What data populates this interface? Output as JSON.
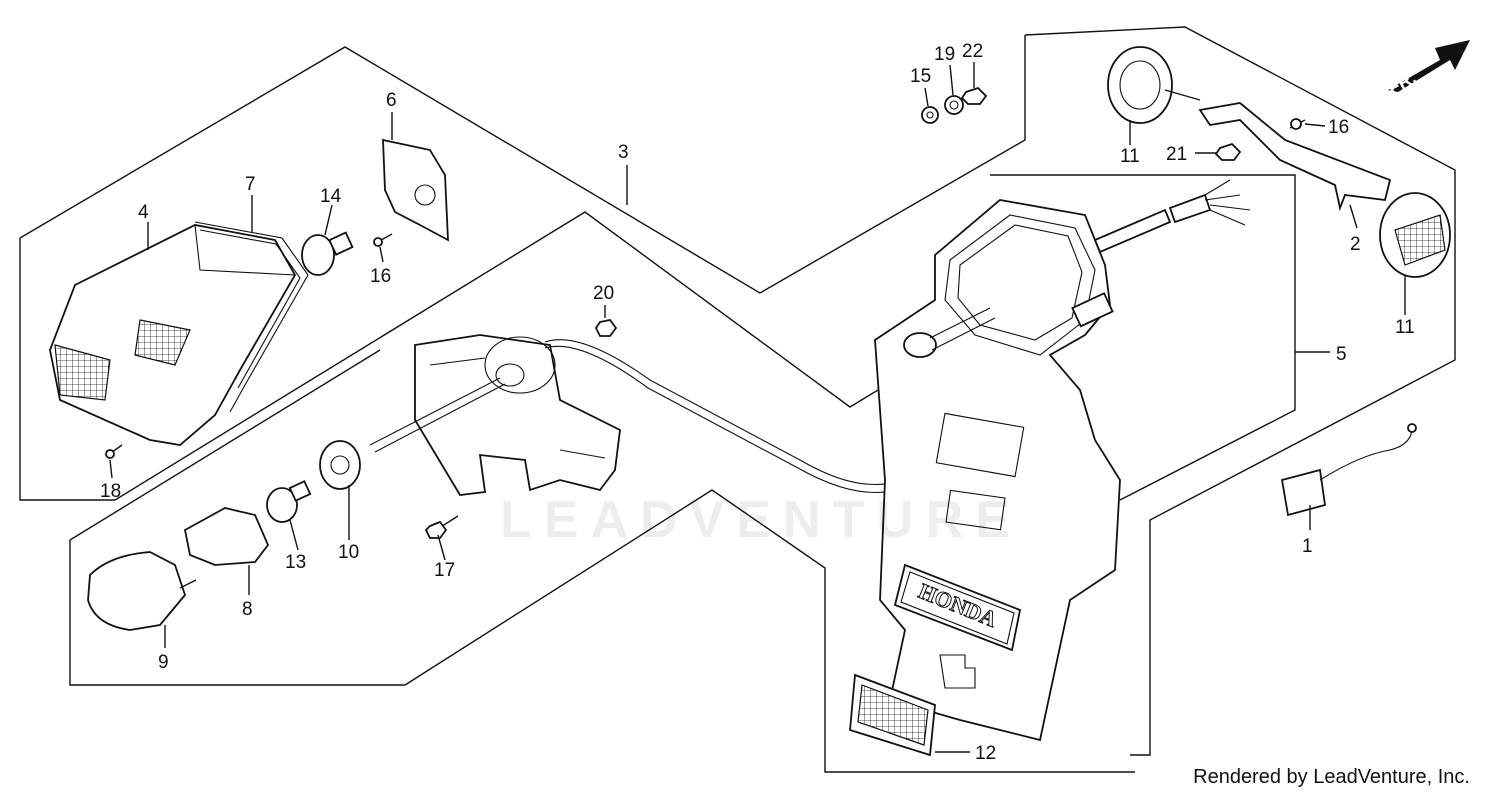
{
  "callouts": [
    {
      "id": "c1",
      "text": "1"
    },
    {
      "id": "c2",
      "text": "2"
    },
    {
      "id": "c3",
      "text": "3"
    },
    {
      "id": "c4",
      "text": "4"
    },
    {
      "id": "c5",
      "text": "5"
    },
    {
      "id": "c6",
      "text": "6"
    },
    {
      "id": "c7",
      "text": "7"
    },
    {
      "id": "c8",
      "text": "8"
    },
    {
      "id": "c9",
      "text": "9"
    },
    {
      "id": "c10",
      "text": "10"
    },
    {
      "id": "c11a",
      "text": "11"
    },
    {
      "id": "c11b",
      "text": "11"
    },
    {
      "id": "c12",
      "text": "12"
    },
    {
      "id": "c13",
      "text": "13"
    },
    {
      "id": "c14",
      "text": "14"
    },
    {
      "id": "c15",
      "text": "15"
    },
    {
      "id": "c16a",
      "text": "16"
    },
    {
      "id": "c16b",
      "text": "16"
    },
    {
      "id": "c17",
      "text": "17"
    },
    {
      "id": "c18",
      "text": "18"
    },
    {
      "id": "c19",
      "text": "19"
    },
    {
      "id": "c20",
      "text": "20"
    },
    {
      "id": "c21",
      "text": "21"
    },
    {
      "id": "c22",
      "text": "22"
    }
  ],
  "front_marker": "FR.",
  "plate_brand": "HONDA",
  "watermark": "LEADVENTURE",
  "credit": "Rendered by LeadVenture, Inc."
}
